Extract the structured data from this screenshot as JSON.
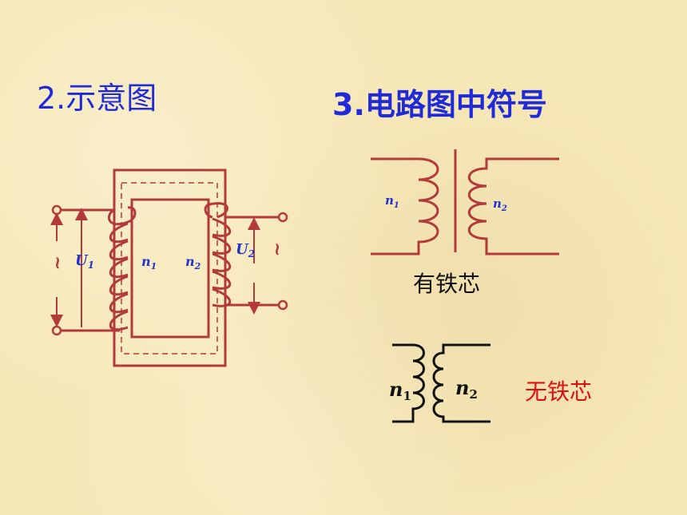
{
  "headings": {
    "schematic": "2.示意图",
    "symbol": "3.电路图中符号"
  },
  "schematic": {
    "u1_base": "U",
    "u1_sub": "1",
    "n1_base": "n",
    "n1_sub": "1",
    "n2_base": "n",
    "n2_sub": "2",
    "u2_base": "U",
    "u2_sub": "2",
    "ac_symbol": "~"
  },
  "symbol_iron": {
    "n1_base": "n",
    "n1_sub": "1",
    "n2_base": "n",
    "n2_sub": "2",
    "caption": "有铁芯"
  },
  "symbol_air": {
    "n1_base": "n",
    "n1_sub": "1",
    "n2_base": "n",
    "n2_sub": "2",
    "caption": "无铁芯"
  },
  "colors": {
    "heading": "#1f2ad8",
    "wire": "#b33a3a",
    "label_blue": "#2233cc",
    "caption_red": "#e01010"
  }
}
